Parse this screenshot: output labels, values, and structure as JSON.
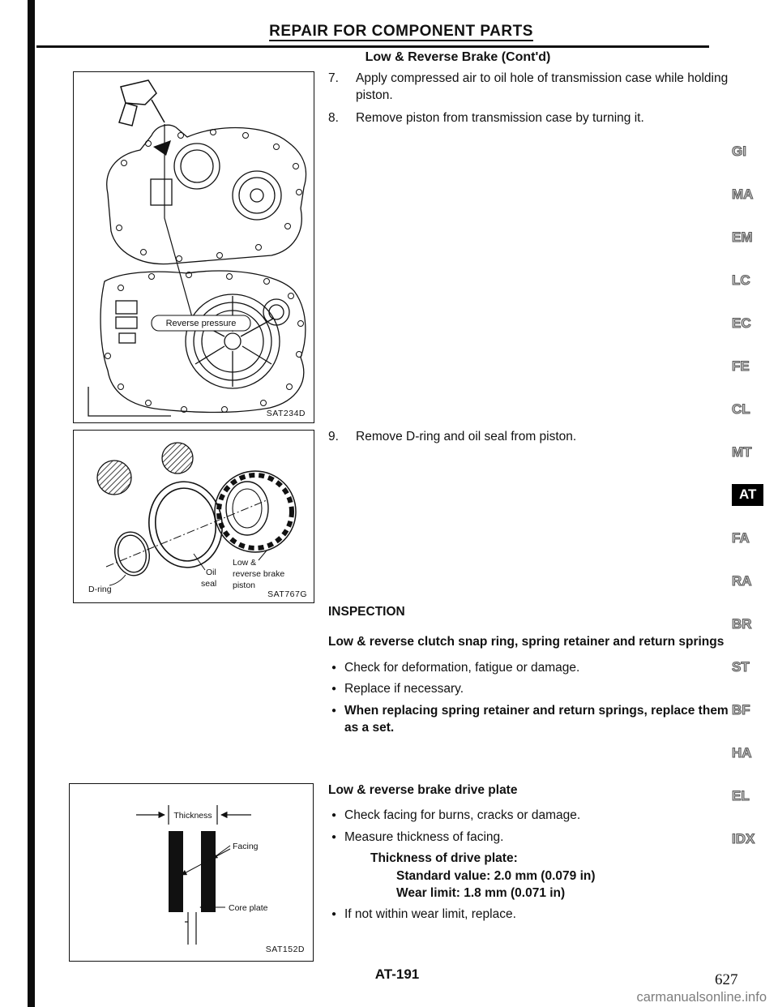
{
  "page": {
    "title": "REPAIR FOR COMPONENT PARTS",
    "subtitle": "Low & Reverse Brake (Cont'd)",
    "footer_code": "AT-191",
    "page_number": "627",
    "watermark": "carmanualsonline.info"
  },
  "icons": {
    "bullet": "●"
  },
  "steps": {
    "step7": {
      "num": "7.",
      "text": "Apply compressed air to oil hole of transmission case while holding piston."
    },
    "step8": {
      "num": "8.",
      "text": "Remove piston from transmission case by turning it."
    },
    "step9": {
      "num": "9.",
      "text": "Remove D-ring and oil seal from piston."
    }
  },
  "inspection": {
    "title": "INSPECTION",
    "clutch_section": {
      "heading": "Low & reverse clutch snap ring, spring retainer and return springs",
      "bullets": [
        "Check for deformation, fatigue or damage.",
        "Replace if necessary.",
        "When replacing spring retainer and return springs, replace them as a set."
      ]
    },
    "drive_plate_section": {
      "heading": "Low & reverse brake drive plate",
      "bullets": [
        "Check facing for burns, cracks or damage.",
        "Measure thickness of facing."
      ],
      "spec_title": "Thickness of drive plate:",
      "spec_standard": "Standard value: 2.0 mm (0.079 in)",
      "spec_wear": "Wear limit: 1.8 mm (0.071 in)",
      "final_bullet": "If not within wear limit, replace."
    }
  },
  "figures": {
    "fig_air": {
      "code": "SAT234D",
      "label": "Reverse pressure"
    },
    "fig_exploded": {
      "code": "SAT767G",
      "label_dring": "D-ring",
      "label_oil": "Oil",
      "label_seal": "seal",
      "label_piston_line1": "Low &",
      "label_piston_line2": "reverse brake",
      "label_piston_line3": "piston"
    },
    "fig_plate": {
      "code": "SAT152D",
      "label_thickness": "Thickness",
      "label_facing": "Facing",
      "label_core": "Core plate"
    }
  },
  "margin_tabs": [
    {
      "label": "GI"
    },
    {
      "label": "MA"
    },
    {
      "label": "EM"
    },
    {
      "label": "LC"
    },
    {
      "label": "EC"
    },
    {
      "label": "FE"
    },
    {
      "label": "CL"
    },
    {
      "label": "MT"
    },
    {
      "label": "AT",
      "active": true
    },
    {
      "label": "FA"
    },
    {
      "label": "RA"
    },
    {
      "label": "BR"
    },
    {
      "label": "ST"
    },
    {
      "label": "BF"
    },
    {
      "label": "HA"
    },
    {
      "label": "EL"
    },
    {
      "label": "IDX"
    }
  ]
}
